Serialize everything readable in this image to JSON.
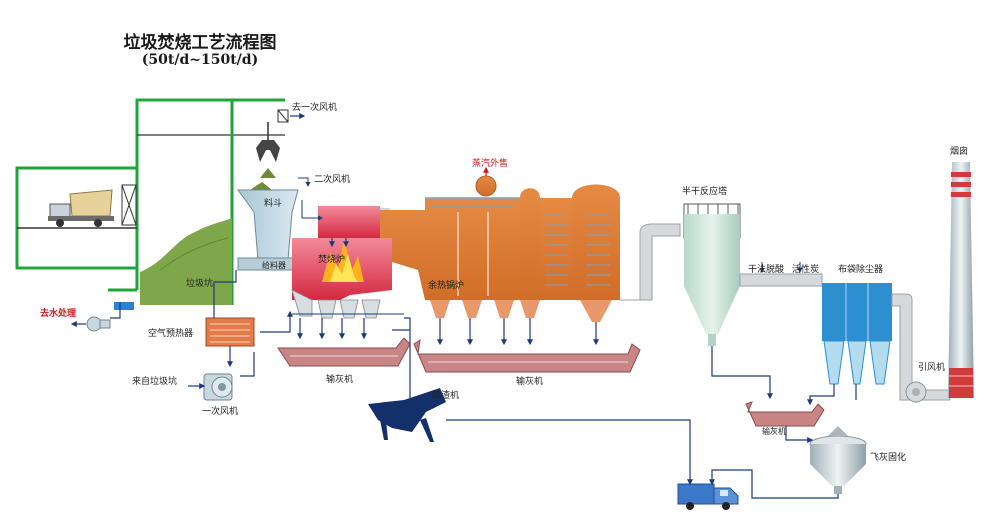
{
  "title": "垃圾焚烧工艺流程图",
  "subtitle": "(50t/d~150t/d)",
  "labels": {
    "primary_fan_out": "去一次风机",
    "secondary_fan": "二次风机",
    "steam_export": "蒸汽外售",
    "hopper": "料斗",
    "feeder": "给料器",
    "incinerator": "焚烧炉",
    "waste_pit": "垃圾坑",
    "waste_heat_boiler": "余热锅炉",
    "semi_dry_tower": "半干反应塔",
    "dry_deacid": "干法脱酸",
    "activated_carbon": "活性炭",
    "bag_filter": "布袋除尘器",
    "chimney": "烟囱",
    "induced_fan": "引风机",
    "water_treatment": "去水处理",
    "air_preheater": "空气预热器",
    "from_pit": "来自垃圾坑",
    "primary_fan": "一次风机",
    "ash_conveyor_1": "输灰机",
    "ash_conveyor_2": "输灰机",
    "slag_remover": "除渣机",
    "ash_conveyor_3": "输灰机",
    "fly_ash_solidify": "飞灰固化"
  },
  "colors": {
    "building": "#1fa53a",
    "boiler": "#dc7b32",
    "furnace": "#e2364c",
    "steel": "#c6d8df",
    "flue": "#d5d9dc",
    "filter": "#2d8fd0",
    "conveyor": "#c98585",
    "slag": "#14306b",
    "pipe": "#1b3a7a"
  }
}
